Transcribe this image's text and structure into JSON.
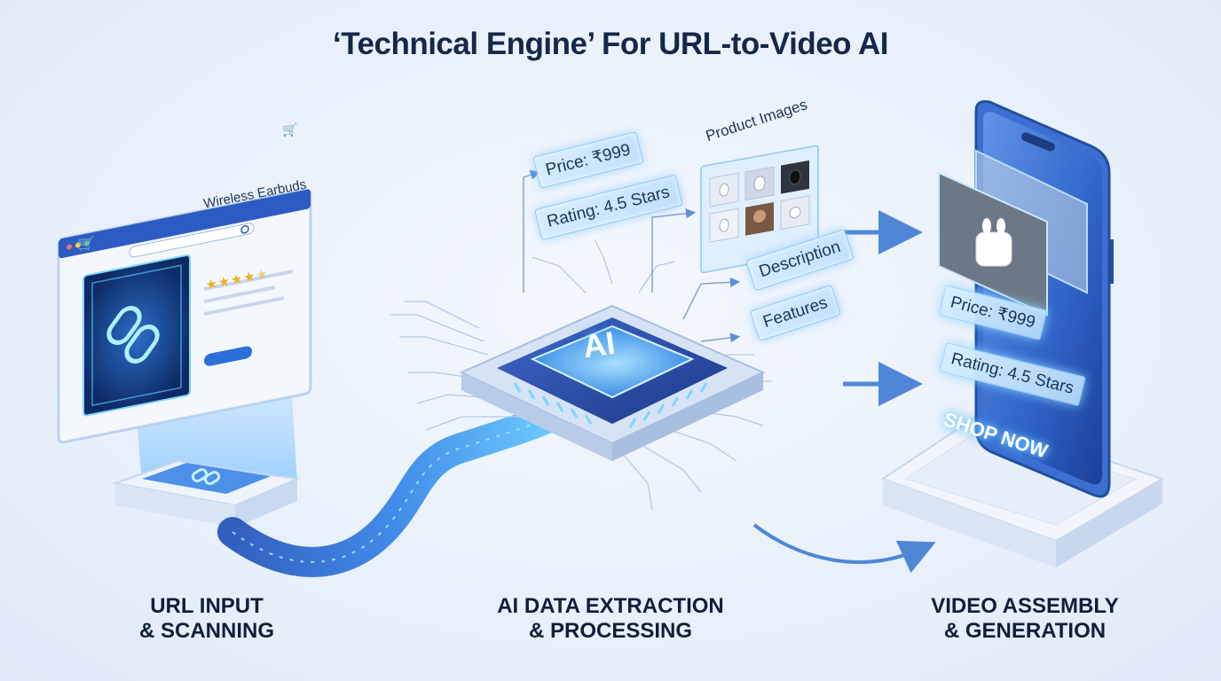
{
  "title": "‘Technical Engine’  For URL-to-Video AI",
  "stages": [
    {
      "caption": "URL INPUT\n& SCANNING"
    },
    {
      "caption": "AI DATA EXTRACTION\n& PROCESSING"
    },
    {
      "caption": "VIDEO ASSEMBLY\n& GENERATION"
    }
  ],
  "browser": {
    "product_title": "Wireless Earbuds",
    "rating_stars": 4.5
  },
  "chip": {
    "label": "AI"
  },
  "extracted": {
    "price": "Price: ₹999",
    "rating": "Rating: 4.5 Stars",
    "images_title": "Product Images",
    "description": "Description",
    "features": "Features"
  },
  "phone": {
    "price": "Price: ₹999",
    "rating": "Rating: 4.5 Stars",
    "cta": "SHOP NOW"
  },
  "colors": {
    "accent": "#2f7fe0",
    "dark_blue": "#1e3d8f",
    "glow": "#7fd4ff",
    "text": "#15284a"
  }
}
